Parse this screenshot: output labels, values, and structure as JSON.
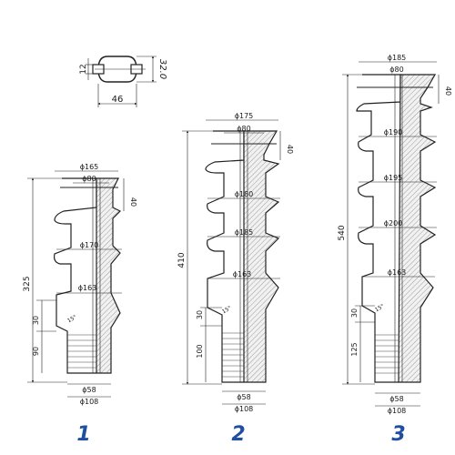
{
  "profile": {
    "d1": "12",
    "d2": "32.0",
    "d3": "46"
  },
  "insulators": [
    {
      "number": "1",
      "total_h": "325",
      "top_h": "40",
      "d_top": "ϕ165",
      "d_inner": "ϕ80",
      "sheds": [
        "ϕ170"
      ],
      "d_band": "ϕ163",
      "band_h": "30",
      "angle": "15°",
      "base_h": "90",
      "d_core": "ϕ58",
      "d_base": "ϕ108"
    },
    {
      "number": "2",
      "total_h": "410",
      "top_h": "40",
      "d_top": "ϕ175",
      "d_inner": "ϕ80",
      "sheds": [
        "ϕ180",
        "ϕ185"
      ],
      "d_band": "ϕ163",
      "band_h": "30",
      "angle": "15°",
      "base_h": "100",
      "d_core": "ϕ58",
      "d_base": "ϕ108"
    },
    {
      "number": "3",
      "total_h": "540",
      "top_h": "40",
      "d_top": "ϕ185",
      "d_inner": "ϕ80",
      "sheds": [
        "ϕ190",
        "ϕ195",
        "ϕ200"
      ],
      "d_band": "ϕ163",
      "band_h": "30",
      "angle": "15°",
      "base_h": "125",
      "d_core": "ϕ58",
      "d_base": "ϕ108"
    }
  ]
}
